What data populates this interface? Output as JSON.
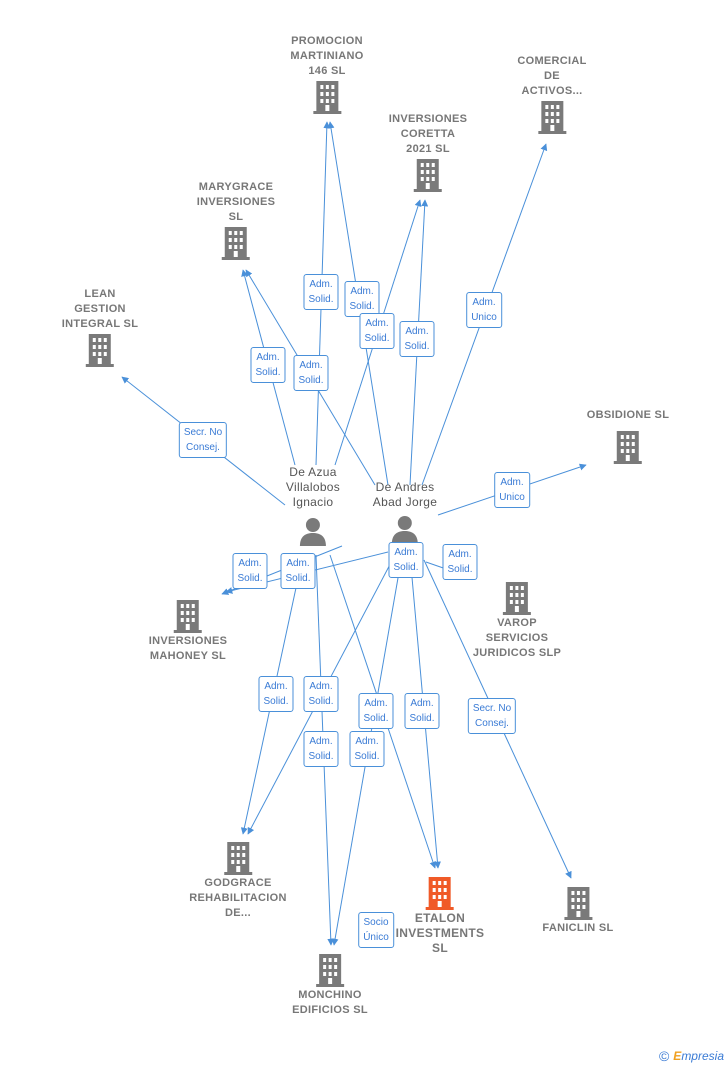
{
  "companies": {
    "promocion": "PROMOCION\nMARTINIANO\n146  SL",
    "comercial": "COMERCIAL\nDE\nACTIVOS...",
    "coretta": "INVERSIONES\nCORETTA\n2021  SL",
    "marygrace": "MARYGRACE\nINVERSIONES\nSL",
    "lean": "LEAN\nGESTION\nINTEGRAL  SL",
    "obsidione": "OBSIDIONE  SL",
    "mahoney": "INVERSIONES\nMAHONEY  SL",
    "varop": "VAROP\nSERVICIOS\nJURIDICOS  SLP",
    "godgrace": "GODGRACE\nREHABILITACION\nDE...",
    "etalon": "ETALON\nINVESTMENTS\nSL",
    "faniclin": "FANICLIN SL",
    "monchino": "MONCHINO\nEDIFICIOS  SL"
  },
  "persons": {
    "deazua": "De Azua\nVillalobos\nIgnacio",
    "deandres": "De Andres\nAbad Jorge"
  },
  "badges": {
    "b1": "Adm.\nSolid.",
    "b2": "Adm.\nSolid.",
    "b3": "Adm.\nSolid.",
    "b4": "Adm.\nSolid.",
    "b5": "Adm.\nUnico",
    "b6": "Adm.\nSolid.",
    "b7": "Adm.\nSolid.",
    "b8": "Secr.  No\nConsej.",
    "b9": "Adm.\nUnico",
    "b10": "Adm.\nSolid.",
    "b11": "Adm.\nSolid.",
    "b12": "Adm.\nSolid.",
    "b13": "Adm.\nSolid.",
    "b14": "Adm.\nSolid.",
    "b15": "Adm.\nSolid.",
    "b16": "Adm.\nSolid.",
    "b17": "Adm.\nSolid.",
    "b18": "Secr.  No\nConsej.",
    "b19": "Adm.\nSolid.",
    "b20": "Adm.\nSolid.",
    "b21": "Socio\nÚnico"
  },
  "colors": {
    "edge": "#4a90d9",
    "building": "#7a7a7a",
    "focal": "#f05a28",
    "person": "#7a7a7a"
  },
  "brand": {
    "copyright": "©",
    "name_first": "E",
    "name_rest": "mpresia"
  }
}
